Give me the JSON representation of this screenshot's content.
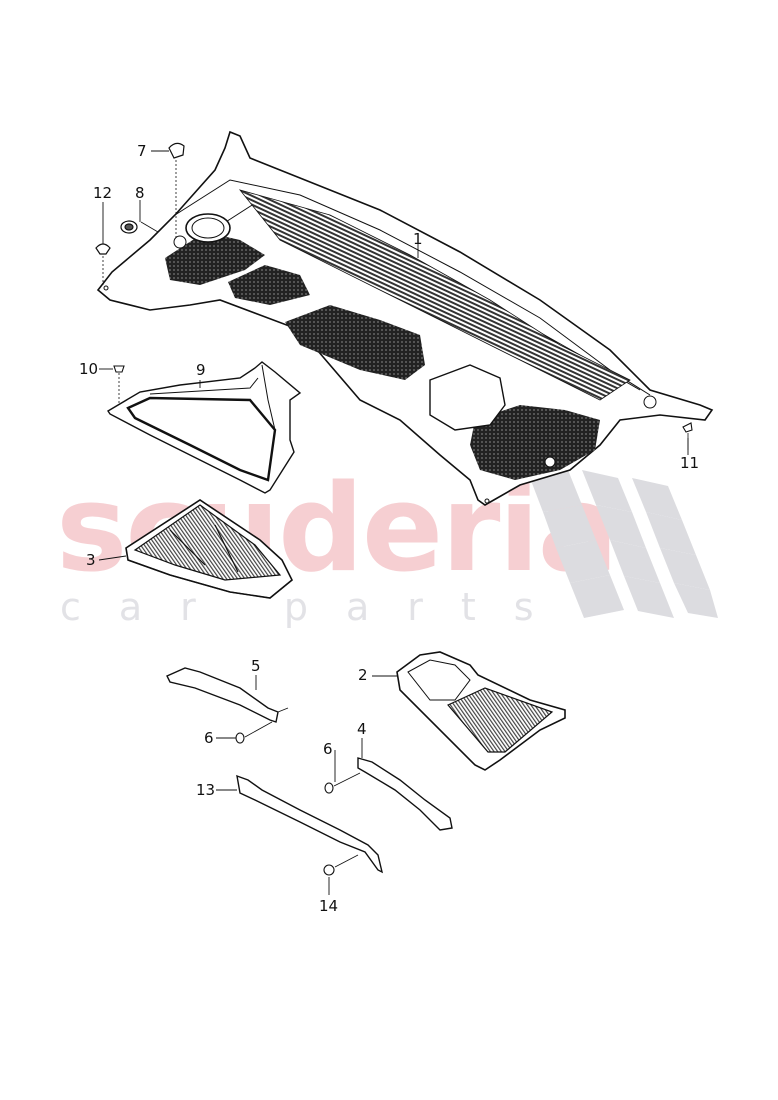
{
  "diagram": {
    "type": "exploded parts diagram",
    "subject": "Plenum panel / cowl cover with water drain covers and filters",
    "watermark": {
      "main": "scuderia",
      "sub": "car parts",
      "main_color": "#f6cfd2",
      "sub_color": "#e2e2e6",
      "flag_color": "#dcdce0"
    },
    "line_color": "#111111",
    "mesh_color": "#222222"
  },
  "callouts": [
    {
      "id": "1",
      "label": "1",
      "part": "plenum-panel"
    },
    {
      "id": "2",
      "label": "2",
      "part": "filter-housing-right"
    },
    {
      "id": "3",
      "label": "3",
      "part": "pollen-filter-left"
    },
    {
      "id": "4",
      "label": "4",
      "part": "trim-strip-right"
    },
    {
      "id": "5",
      "label": "5",
      "part": "trim-strip-left"
    },
    {
      "id": "6a",
      "label": "6",
      "part": "clip"
    },
    {
      "id": "6b",
      "label": "6",
      "part": "clip"
    },
    {
      "id": "7",
      "label": "7",
      "part": "plug"
    },
    {
      "id": "8",
      "label": "8",
      "part": "grommet"
    },
    {
      "id": "9",
      "label": "9",
      "part": "bracket"
    },
    {
      "id": "10",
      "label": "10",
      "part": "screw"
    },
    {
      "id": "11",
      "label": "11",
      "part": "screw"
    },
    {
      "id": "12",
      "label": "12",
      "part": "cap"
    },
    {
      "id": "13",
      "label": "13",
      "part": "seal-strip"
    },
    {
      "id": "14",
      "label": "14",
      "part": "expanding-nut"
    }
  ]
}
